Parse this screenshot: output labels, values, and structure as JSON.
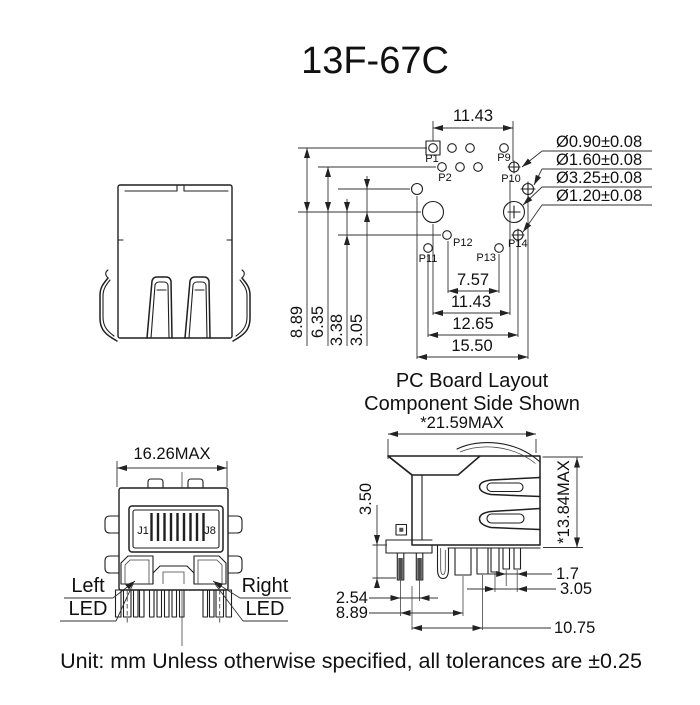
{
  "title": "13F-67C",
  "colors": {
    "line": "#1f1f1f",
    "dim_line": "#333333",
    "pin_fill": "#4d4d4d",
    "background": "#ffffff"
  },
  "pcb_layout": {
    "caption_line1": "PC Board Layout",
    "caption_line2": "Component Side Shown",
    "dim_top": "11.43",
    "dims_left": [
      "8.89",
      "6.35",
      "3.38",
      "3.05"
    ],
    "dims_bottom": [
      "7.57",
      "11.43",
      "12.65",
      "15.50"
    ],
    "callouts": [
      "Ø0.90±0.08",
      "Ø1.60±0.08",
      "Ø3.25±0.08",
      "Ø1.20±0.08"
    ],
    "pins": {
      "p1": "P1",
      "p2": "P2",
      "p9": "P9",
      "p10": "P10",
      "p11": "P11",
      "p12": "P12",
      "p13": "P13",
      "p14": "P14"
    }
  },
  "front_view": {
    "dim_width": "16.26MAX",
    "contact_first": "J1",
    "contact_last": "J8",
    "left_led_line1": "Left",
    "left_led_line2": "LED",
    "right_led_line1": "Right",
    "right_led_line2": "LED"
  },
  "side_view": {
    "dim_width": "*21.59MAX",
    "dim_height": "*13.84MAX",
    "dim_standoff": "3.50",
    "dim_pin_gap": "1.7",
    "dim_pin_row": "3.05",
    "dim_led_pitch": "2.54",
    "dim_led_row": "8.89",
    "dim_depth": "10.75"
  },
  "note": "Unit: mm Unless otherwise specified, all tolerances are ±0.25"
}
